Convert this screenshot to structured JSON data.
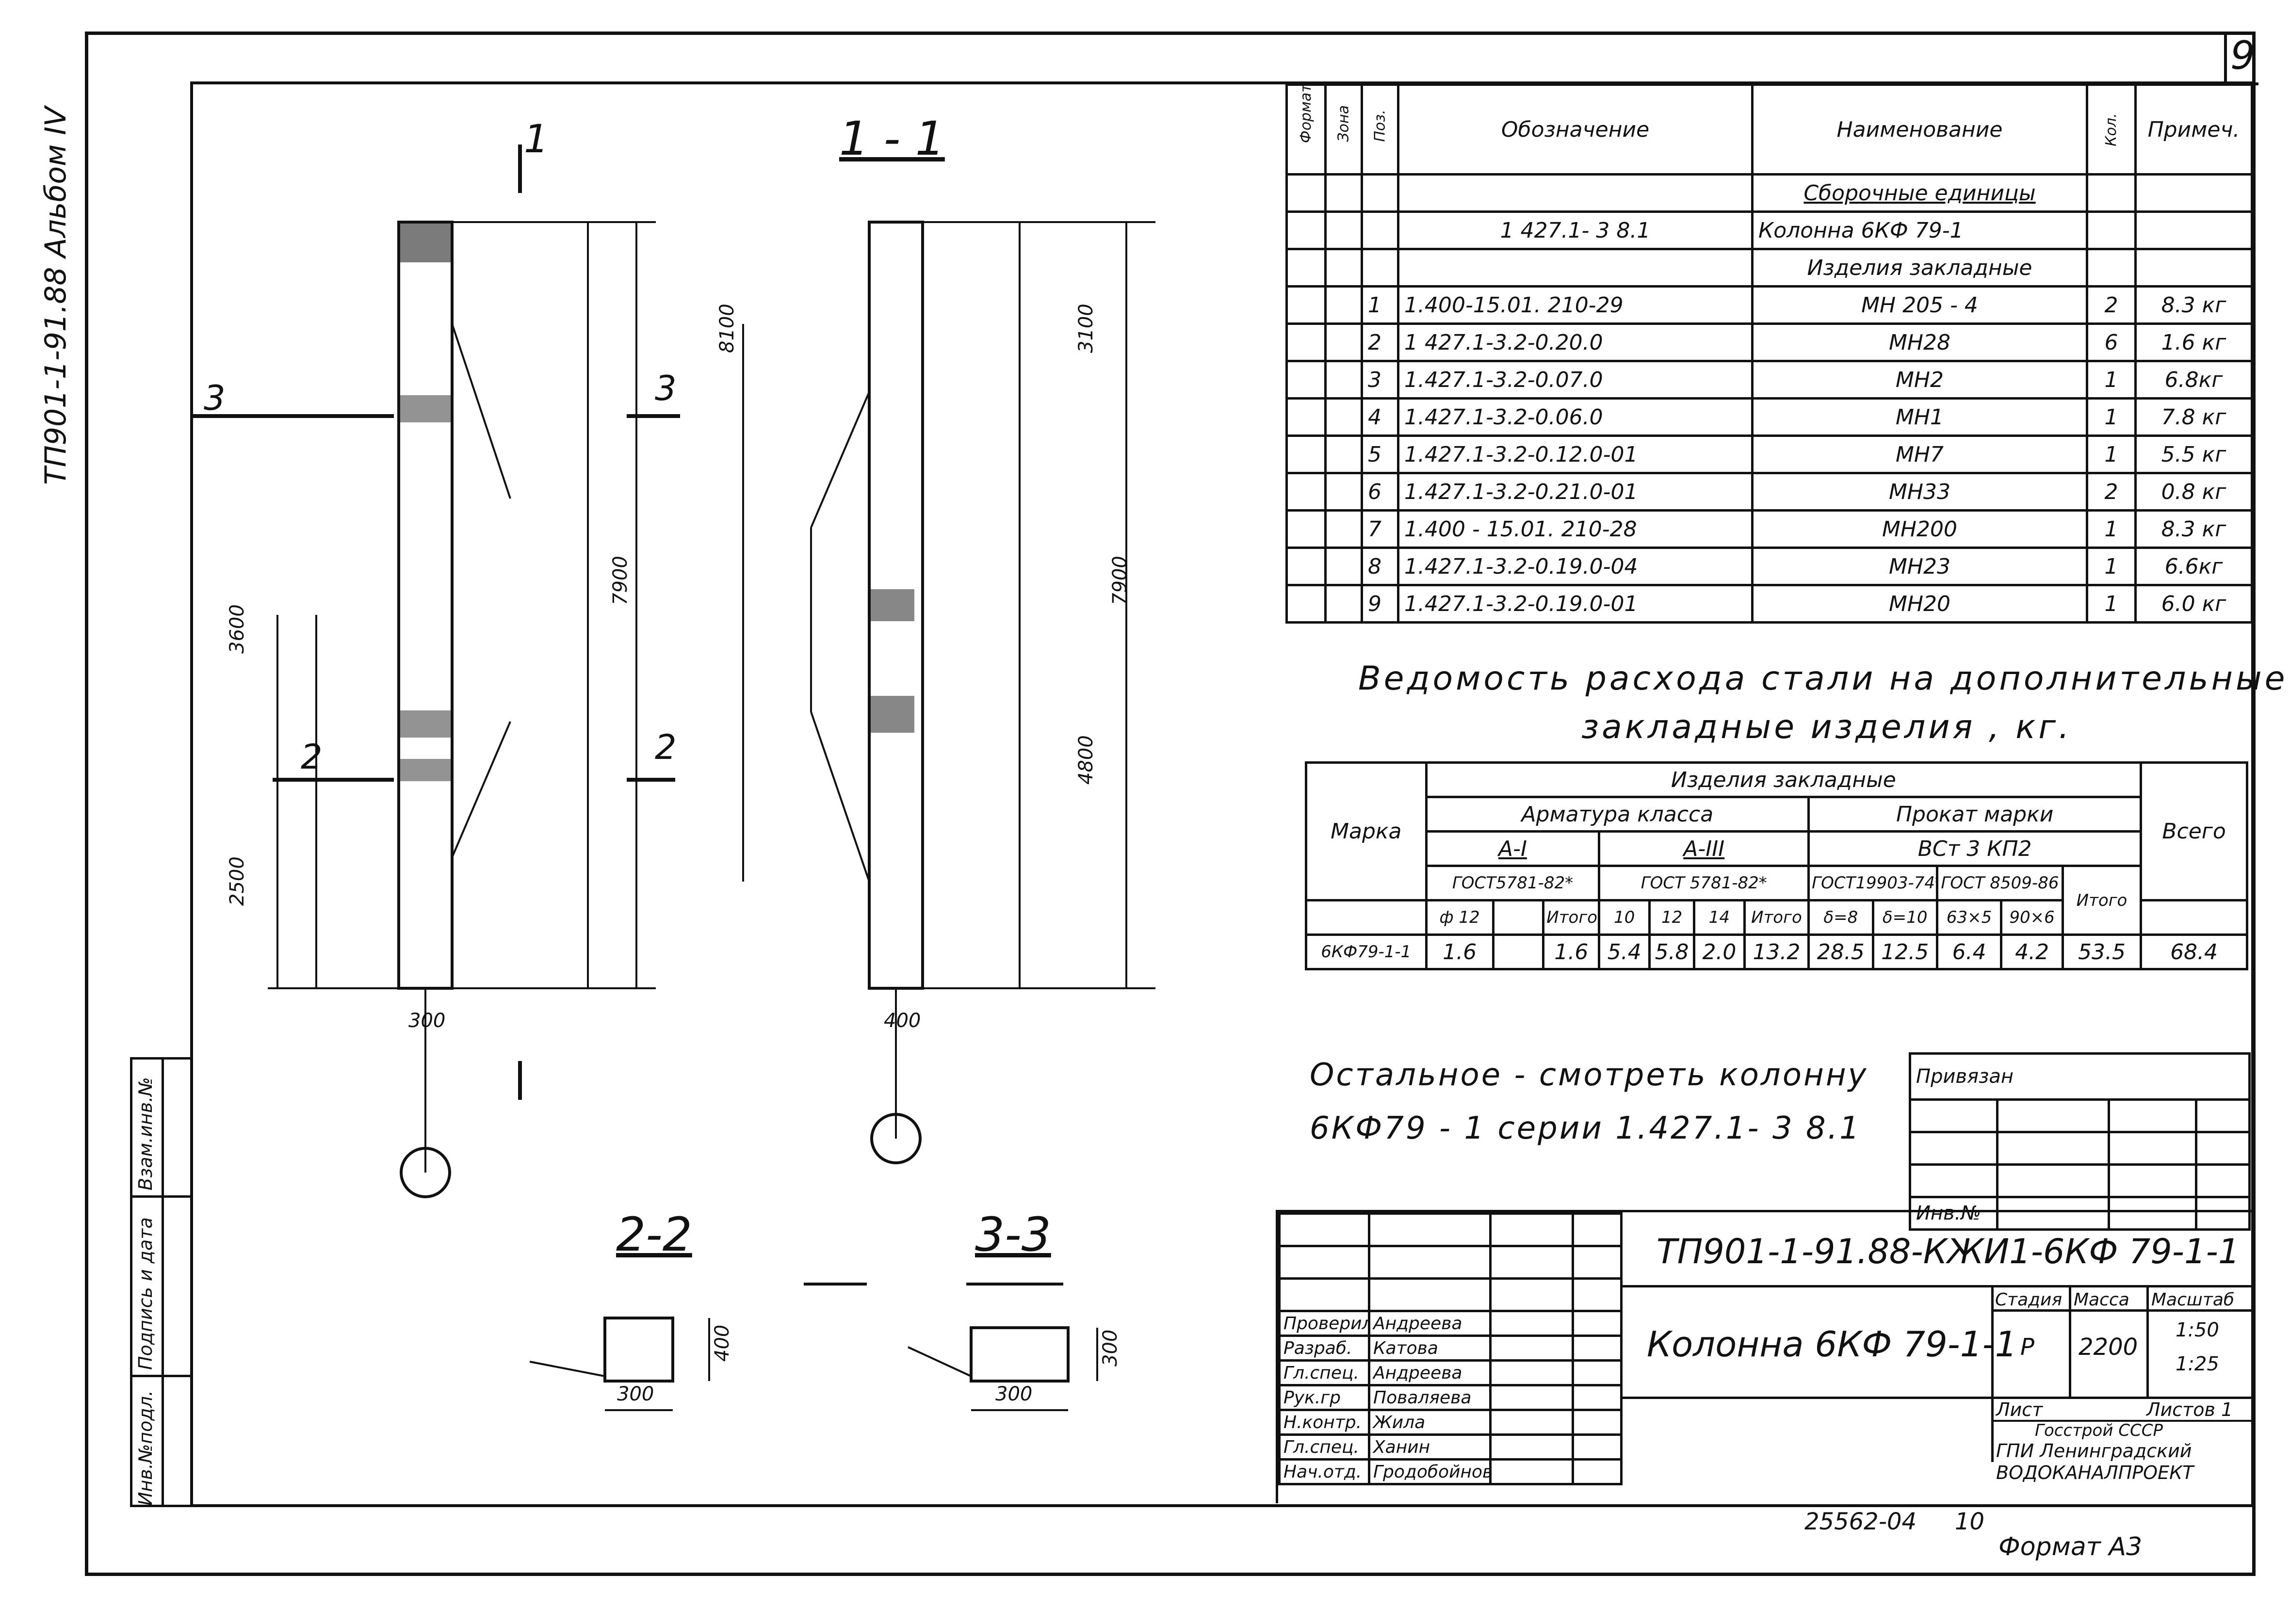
{
  "sheet_number": "9",
  "side_stamp": {
    "album": "ТП901-1-91.88 Альбом IV",
    "labels": [
      "Инв.№подл.",
      "Подпись и дата",
      "Взам.инв.№"
    ]
  },
  "views": {
    "elevation_cut_mark": "1",
    "section_11": "1 - 1",
    "section_22": "2-2",
    "section_33": "3-3",
    "cut_labels": [
      "3",
      "3",
      "2",
      "2"
    ]
  },
  "spec_table": {
    "headers": [
      "Формат",
      "Зона",
      "Поз.",
      "Обозначение",
      "Наименование",
      "Кол.",
      "Примеч."
    ],
    "group_assembly": "Сборочные единицы",
    "assembly_row": {
      "code": "1 427.1- 3 8.1",
      "name": "Колонна 6КФ 79-1"
    },
    "group_embedded": "Изделия закладные",
    "rows": [
      {
        "pos": "1",
        "code": "1.400-15.01. 210-29",
        "name": "МН 205 - 4",
        "qty": "2",
        "note": "8.3 кг"
      },
      {
        "pos": "2",
        "code": "1 427.1-3.2-0.20.0",
        "name": "МН28",
        "qty": "6",
        "note": "1.6 кг"
      },
      {
        "pos": "3",
        "code": "1.427.1-3.2-0.07.0",
        "name": "МН2",
        "qty": "1",
        "note": "6.8кг"
      },
      {
        "pos": "4",
        "code": "1.427.1-3.2-0.06.0",
        "name": "МН1",
        "qty": "1",
        "note": "7.8 кг"
      },
      {
        "pos": "5",
        "code": "1.427.1-3.2-0.12.0-01",
        "name": "МН7",
        "qty": "1",
        "note": "5.5 кг"
      },
      {
        "pos": "6",
        "code": "1.427.1-3.2-0.21.0-01",
        "name": "МН33",
        "qty": "2",
        "note": "0.8 кг"
      },
      {
        "pos": "7",
        "code": "1.400 - 15.01. 210-28",
        "name": "МН200",
        "qty": "1",
        "note": "8.3 кг"
      },
      {
        "pos": "8",
        "code": "1.427.1-3.2-0.19.0-04",
        "name": "МН23",
        "qty": "1",
        "note": "6.6кг"
      },
      {
        "pos": "9",
        "code": "1.427.1-3.2-0.19.0-01",
        "name": "МН20",
        "qty": "1",
        "note": "6.0 кг"
      }
    ]
  },
  "steel_table": {
    "title_line1": "Ведомость расхода стали на дополнительные",
    "title_line2": "закладные изделия , кг.",
    "col_marka": "Марка",
    "group_izd": "Изделия закладные",
    "group_armatura": "Арматура класса",
    "group_prokat": "Прокат марки",
    "col_total": "Всего",
    "class_a1": "A-I",
    "class_a3": "A-III",
    "steel_grade": "ВСт 3 КП2",
    "gost_a1": "ГОСТ5781-82*",
    "gost_a3": "ГОСТ 5781-82*",
    "gost_p1": "ГОСТ19903-74*",
    "gost_p2": "ГОСТ 8509-86",
    "itogo": "Итого",
    "sizes": [
      "ф 12",
      "",
      "Итого",
      "10",
      "12",
      "14",
      "Итого",
      "δ=8",
      "δ=10",
      "63×5",
      "90×6"
    ],
    "row": {
      "marka": "6КФ79-1-1",
      "values": [
        "1.6",
        "",
        "1.6",
        "5.4",
        "5.8",
        "2.0",
        "13.2",
        "28.5",
        "12.5",
        "6.4",
        "4.2",
        "53.5",
        "68.4"
      ]
    }
  },
  "note_line1": "Остальное - смотреть колонну",
  "note_line2": "6КФ79 - 1 серии 1.427.1- 3 8.1",
  "binding": {
    "title": "Привязан",
    "inv": "Инв.№"
  },
  "title_block": {
    "code": "ТП901-1-91.88-КЖИ1-6КФ 79-1-1",
    "name": "Колонна 6КФ 79-1-1",
    "stage_h": "Стадия",
    "mass_h": "Масса",
    "scale_h": "Масштаб",
    "stage": "Р",
    "mass": "2200",
    "scale1": "1:50",
    "scale2": "1:25",
    "sheet_h": "Лист",
    "sheets_h": "Листов 1",
    "org1": "Госстрой СССР",
    "org2": "ГПИ Ленинградский",
    "org3": "ВОДОКАНАЛПРОЕКТ",
    "signers": [
      {
        "role": "Проверил",
        "name": "Андреева"
      },
      {
        "role": "Разраб.",
        "name": "Катова"
      },
      {
        "role": "Гл.спец.",
        "name": "Андреева"
      },
      {
        "role": "Рук.гр",
        "name": "Поваляева"
      },
      {
        "role": "Н.контр.",
        "name": "Жила"
      },
      {
        "role": "Гл.спец.",
        "name": "Ханин"
      },
      {
        "role": "Нач.отд.",
        "name": "Гродобойнова"
      }
    ]
  },
  "footer_number": "25562-04",
  "footer_page": "10",
  "format": "Формат А3"
}
